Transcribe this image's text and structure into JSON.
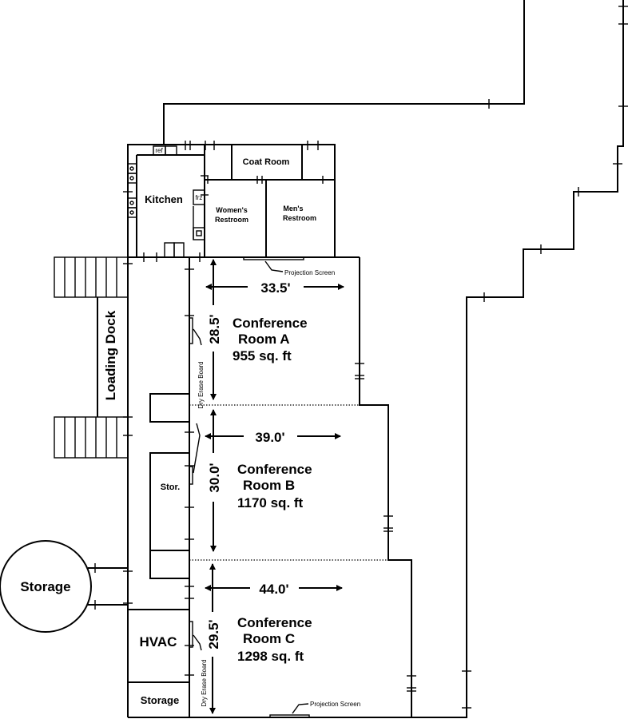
{
  "rooms": {
    "kitchen": "Kitchen",
    "coat_room": "Coat Room",
    "womens_restroom": [
      "Women's",
      "Restroom"
    ],
    "mens_restroom": [
      "Men's",
      "Restroom"
    ],
    "loading_dock": "Loading Dock",
    "storage_round": "Storage",
    "storage_small": "Storage",
    "stor": "Stor.",
    "hvac": "HVAC"
  },
  "fixtures": {
    "ref": "ref",
    "frz": "frz",
    "projection_screen_top": "Projection Screen",
    "projection_screen_bottom": "Projection Screen",
    "dry_erase_a": "Dry Erase Board",
    "dry_erase_c": "Dry Erase Board"
  },
  "conference": [
    {
      "name_line1": "Conference",
      "name_line2": "Room A",
      "area": "955 sq. ft",
      "width": "33.5'",
      "depth": "28.5'"
    },
    {
      "name_line1": "Conference",
      "name_line2": "Room B",
      "area": "1170 sq. ft",
      "width": "39.0'",
      "depth": "30.0'"
    },
    {
      "name_line1": "Conference",
      "name_line2": "Room C",
      "area": "1298 sq. ft",
      "width": "44.0'",
      "depth": "29.5'"
    }
  ]
}
